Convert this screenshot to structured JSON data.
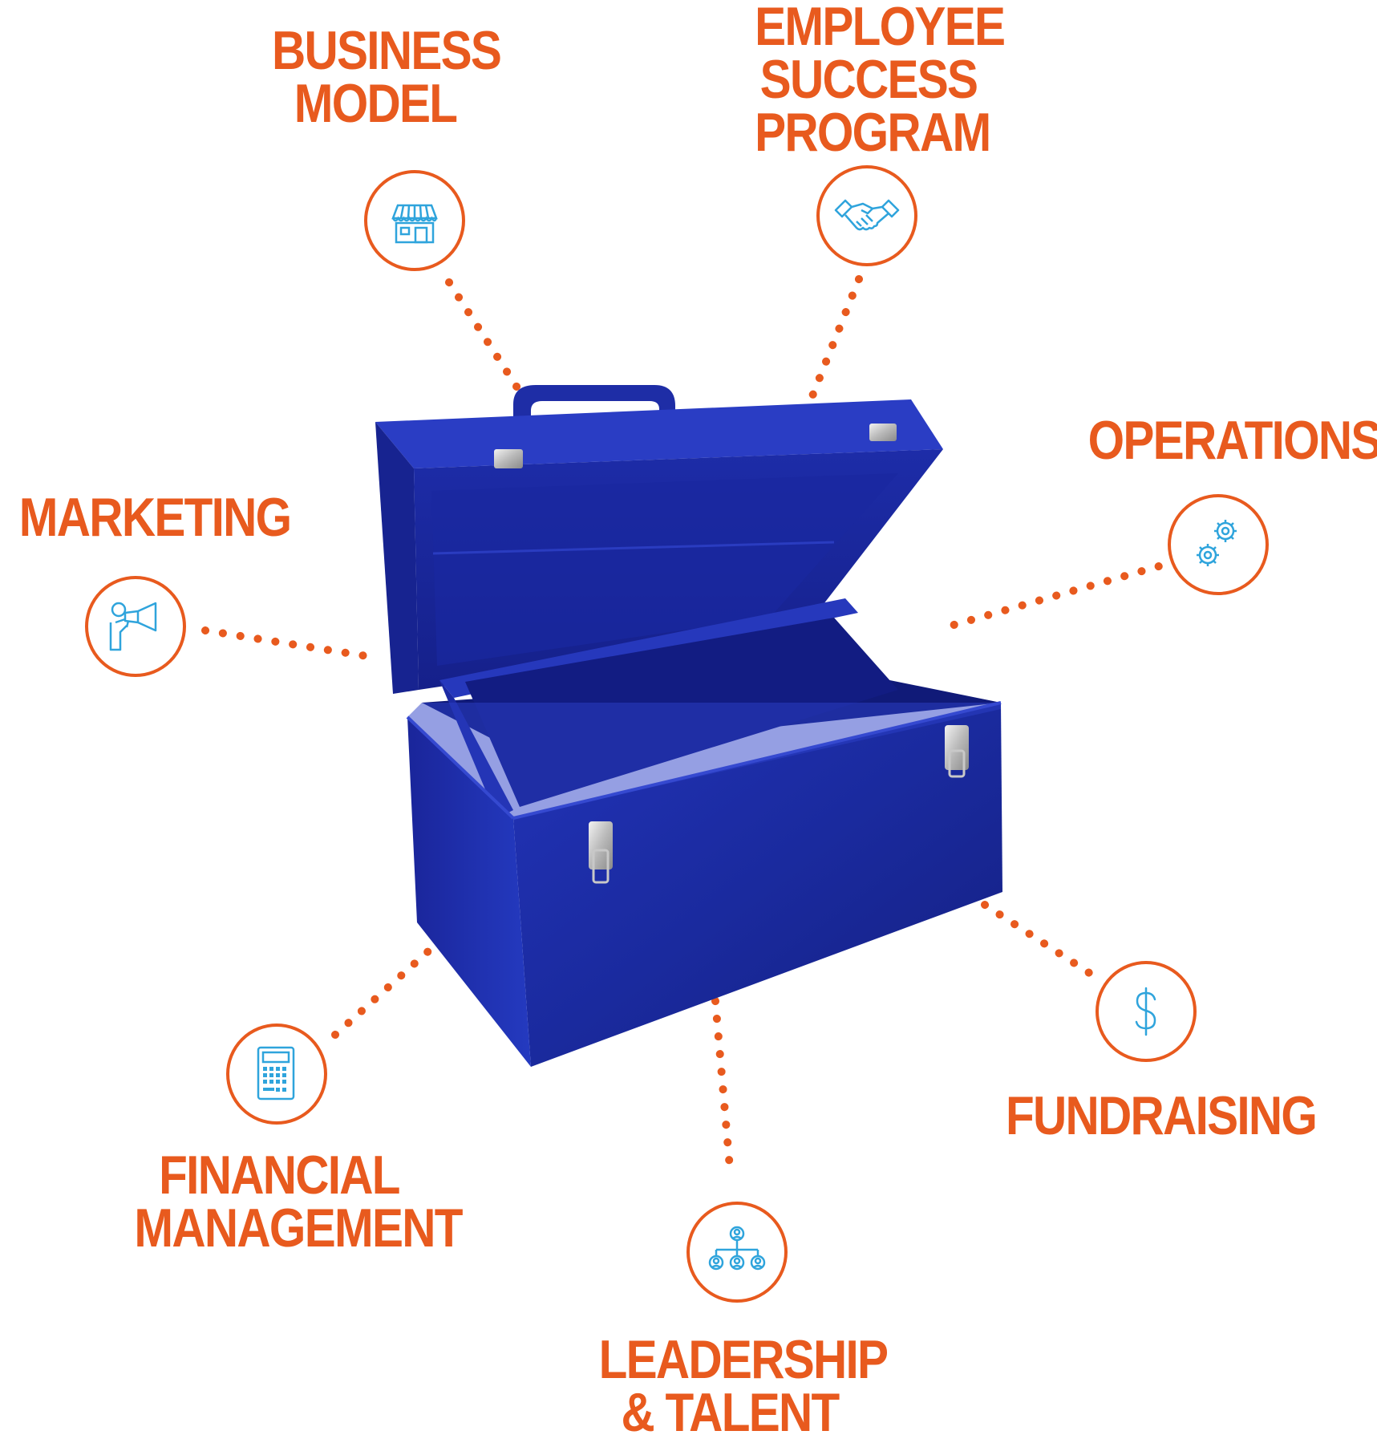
{
  "colors": {
    "accent": "#e85a1e",
    "icon": "#2fa4dc",
    "toolbox": "#1c2aa0"
  },
  "labels": {
    "business_model": [
      "BUSINESS",
      "MODEL"
    ],
    "employee_success": [
      "EMPLOYEE",
      "SUCCESS",
      "PROGRAM"
    ],
    "operations": [
      "OPERATIONS"
    ],
    "marketing": [
      "MARKETING"
    ],
    "financial_management": [
      "FINANCIAL",
      "MANAGEMENT"
    ],
    "fundraising": [
      "FUNDRAISING"
    ],
    "leadership_talent": [
      "LEADERSHIP",
      "& TALENT"
    ]
  },
  "icons": {
    "business_model": "storefront-icon",
    "employee_success": "handshake-icon",
    "operations": "gears-icon",
    "marketing": "megaphone-icon",
    "financial_management": "calculator-icon",
    "fundraising": "dollar-icon",
    "leadership_talent": "org-chart-icon"
  }
}
